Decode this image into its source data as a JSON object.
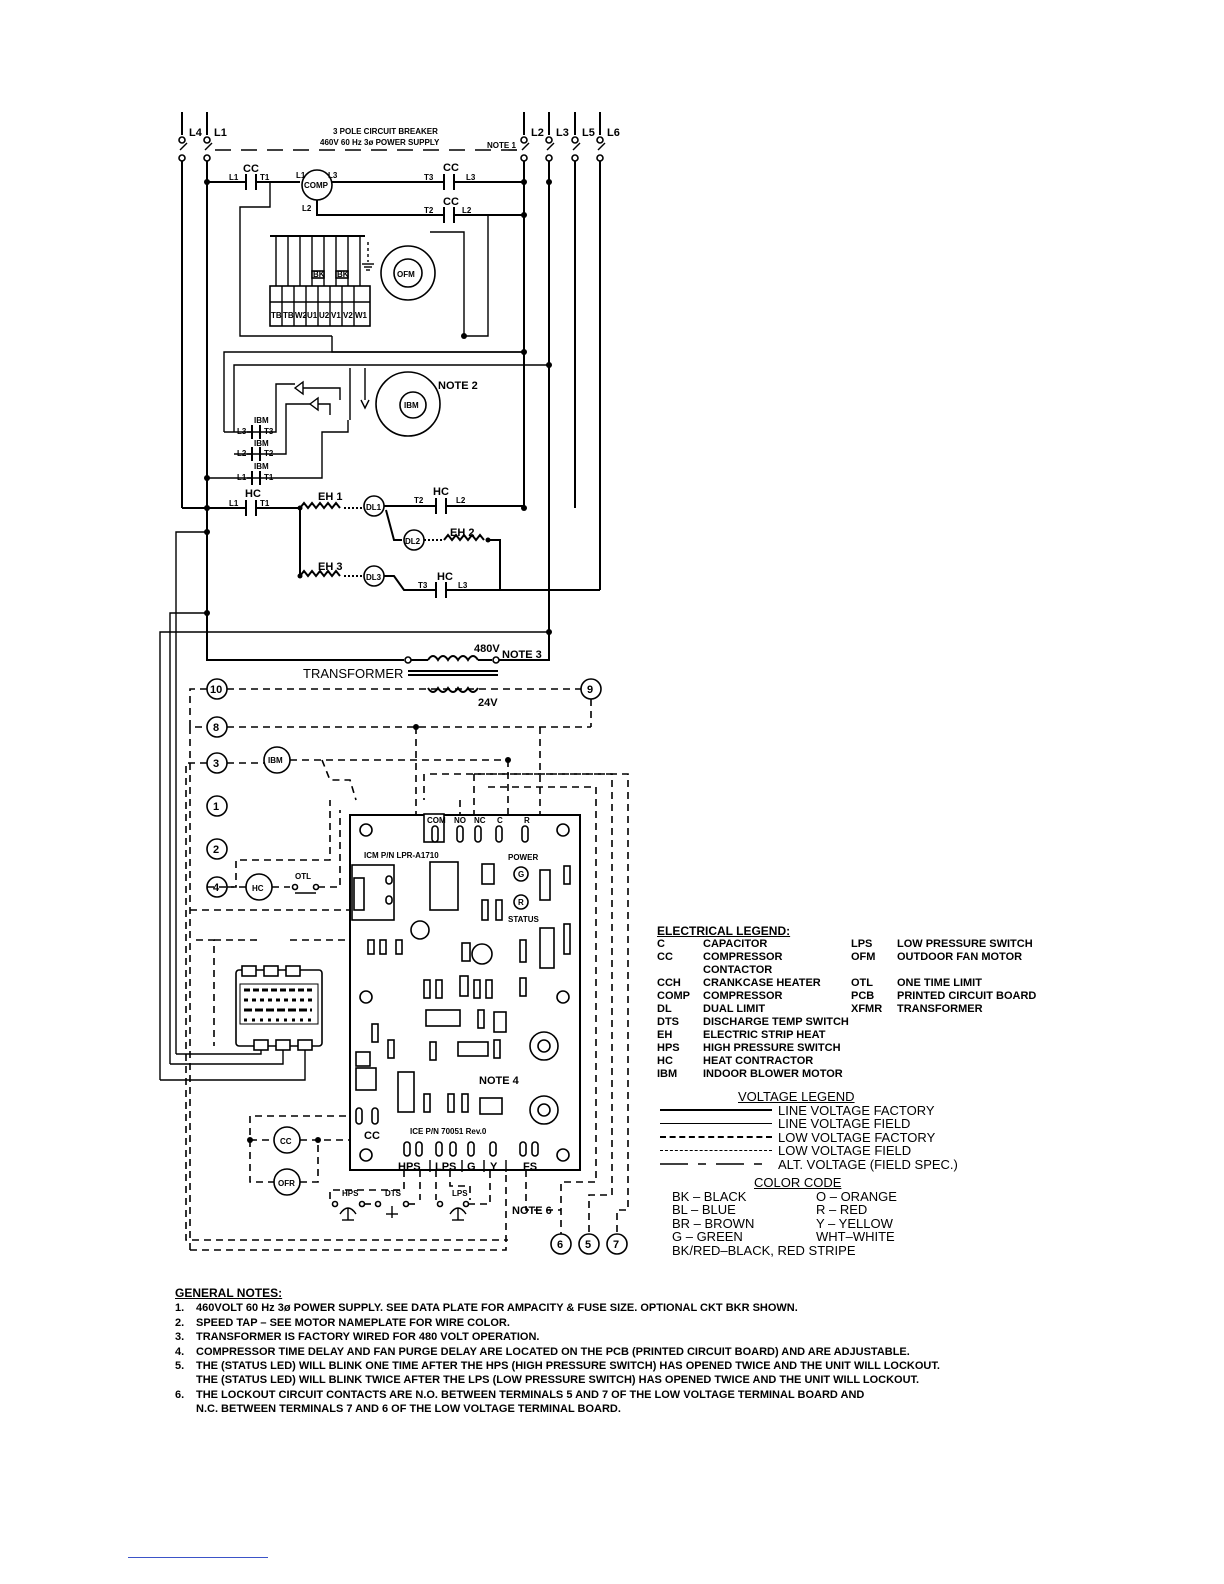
{
  "header": {
    "supply_line1": "3 POLE CIRCUIT BREAKER",
    "supply_line2": "460V 60 Hz 3ø POWER SUPPLY",
    "note1": "NOTE 1",
    "lines": [
      "L4",
      "L1",
      "L2",
      "L3",
      "L5",
      "L6"
    ]
  },
  "power_circuit": {
    "cc": "CC",
    "comp": "COMP",
    "ofm": "OFM",
    "ibm": "IBM",
    "hc": "HC",
    "note2": "NOTE 2",
    "eh1": "EH 1",
    "eh2": "EH 2",
    "eh3": "EH 3",
    "dl1": "DL1",
    "dl2": "DL2",
    "dl3": "DL3",
    "l1": "L1",
    "l2": "L2",
    "l3": "L3",
    "t1": "T1",
    "t2": "T2",
    "t3": "T3",
    "bk": "BK",
    "terminal_block": [
      "TB",
      "TB",
      "W2",
      "U1",
      "U2",
      "V1",
      "V2",
      "W1"
    ]
  },
  "control_circuit": {
    "transformer": "TRANSFORMER",
    "v480": "480V",
    "note3": "NOTE 3",
    "v24": "24V",
    "terminals": {
      "t10": "10",
      "t9": "9",
      "t8": "8",
      "t3": "3",
      "t1": "1",
      "t2": "2",
      "t4": "4",
      "t6": "6",
      "t5": "5",
      "t7": "7"
    },
    "ibm": "IBM",
    "hc": "HC",
    "otl": "OTL",
    "cc": "CC",
    "ofr": "OFR",
    "hps": "HPS",
    "dts": "DTS",
    "lps": "LPS",
    "note6": "NOTE 6"
  },
  "pcb": {
    "relay_terms": [
      "COM",
      "NO",
      "NC",
      "C",
      "R"
    ],
    "part_no": "ICM P/N LPR-A1710",
    "power": "POWER",
    "status": "STATUS",
    "g": "G",
    "r": "R",
    "note4": "NOTE 4",
    "cc": "CC",
    "ice_pn": "ICE P/N 70051 Rev.0",
    "bottom_terms": [
      "HPS",
      "LPS",
      "G",
      "Y",
      "FS"
    ]
  },
  "electrical_legend": {
    "title": "ELECTRICAL LEGEND:",
    "col1": [
      {
        "abbr": "C",
        "desc": "CAPACITOR"
      },
      {
        "abbr": "CC",
        "desc": "COMPRESSOR CONTACTOR"
      },
      {
        "abbr": "CCH",
        "desc": "CRANKCASE HEATER"
      },
      {
        "abbr": "COMP",
        "desc": "COMPRESSOR"
      },
      {
        "abbr": "DL",
        "desc": "DUAL LIMIT"
      },
      {
        "abbr": "DTS",
        "desc": "DISCHARGE TEMP SWITCH"
      },
      {
        "abbr": "EH",
        "desc": "ELECTRIC STRIP HEAT"
      },
      {
        "abbr": "HPS",
        "desc": "HIGH PRESSURE SWITCH"
      },
      {
        "abbr": "HC",
        "desc": "HEAT CONTRACTOR"
      },
      {
        "abbr": "IBM",
        "desc": "INDOOR BLOWER MOTOR"
      }
    ],
    "col2": [
      {
        "abbr": "LPS",
        "desc": "LOW PRESSURE SWITCH"
      },
      {
        "abbr": "OFM",
        "desc": "OUTDOOR FAN MOTOR"
      },
      {
        "abbr": "OTL",
        "desc": "ONE TIME LIMIT"
      },
      {
        "abbr": "PCB",
        "desc": "PRINTED CIRCUIT BOARD"
      },
      {
        "abbr": "XFMR",
        "desc": "TRANSFORMER"
      }
    ]
  },
  "voltage_legend": {
    "title": "VOLTAGE LEGEND",
    "rows": [
      {
        "style": "solid",
        "label": "LINE VOLTAGE FACTORY"
      },
      {
        "style": "thin",
        "label": "LINE VOLTAGE FIELD"
      },
      {
        "style": "dashed",
        "label": "LOW VOLTAGE FACTORY"
      },
      {
        "style": "dashed-thin",
        "label": "LOW VOLTAGE FIELD"
      },
      {
        "style": "alt",
        "label": "ALT. VOLTAGE (FIELD SPEC.)"
      }
    ]
  },
  "color_code": {
    "title": "COLOR CODE",
    "rows": [
      [
        "BK – BLACK",
        "O – ORANGE"
      ],
      [
        "BL – BLUE",
        "R – RED"
      ],
      [
        "BR – BROWN",
        "Y – YELLOW"
      ],
      [
        "G – GREEN",
        "WHT–WHITE"
      ]
    ],
    "last": "BK/RED–BLACK, RED STRIPE"
  },
  "general_notes": {
    "title": "GENERAL NOTES:",
    "items": [
      {
        "num": "1.",
        "text": "460VOLT 60 Hz 3ø POWER SUPPLY. SEE DATA PLATE FOR AMPACITY & FUSE SIZE. OPTIONAL CKT BKR SHOWN."
      },
      {
        "num": "2.",
        "text": "SPEED TAP – SEE MOTOR NAMEPLATE FOR WIRE COLOR."
      },
      {
        "num": "3.",
        "text": "TRANSFORMER IS FACTORY WIRED FOR 480 VOLT OPERATION."
      },
      {
        "num": "4.",
        "text": "COMPRESSOR TIME DELAY AND FAN PURGE DELAY ARE LOCATED ON THE PCB (PRINTED CIRCUIT BOARD) AND ARE ADJUSTABLE."
      },
      {
        "num": "5.",
        "text": "THE (STATUS LED) WILL BLINK ONE TIME AFTER THE HPS (HIGH PRESSURE SWITCH) HAS OPENED TWICE AND THE UNIT WILL LOCKOUT."
      },
      {
        "num": "",
        "text": "THE (STATUS LED) WILL BLINK TWICE AFTER THE LPS (LOW PRESSURE SWITCH) HAS OPENED TWICE AND THE UNIT WILL LOCKOUT."
      },
      {
        "num": "6.",
        "text": "THE LOCKOUT CIRCUIT CONTACTS ARE N.O. BETWEEN TERMINALS 5 AND 7 OF THE LOW VOLTAGE TERMINAL BOARD AND"
      },
      {
        "num": "",
        "text": "N.C. BETWEEN TERMINALS 7 AND 6 OF THE LOW VOLTAGE TERMINAL BOARD."
      }
    ]
  }
}
